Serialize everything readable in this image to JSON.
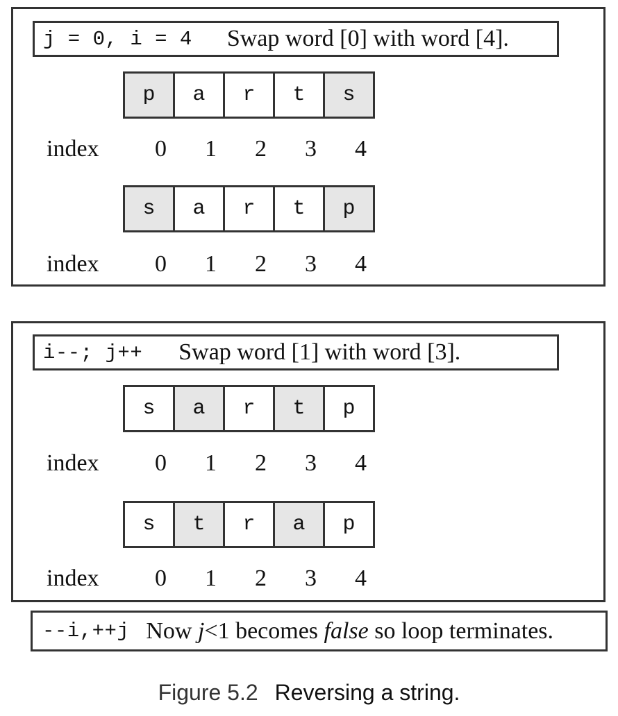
{
  "panels": [
    {
      "step_code": "j = 0, i = 4",
      "step_text": "Swap word [0] with word [4].",
      "rows": [
        {
          "cells": [
            {
              "char": "p",
              "highlighted": true
            },
            {
              "char": "a",
              "highlighted": false
            },
            {
              "char": "r",
              "highlighted": false
            },
            {
              "char": "t",
              "highlighted": false
            },
            {
              "char": "s",
              "highlighted": true
            }
          ],
          "index_label": "index",
          "indices": [
            "0",
            "1",
            "2",
            "3",
            "4"
          ]
        },
        {
          "cells": [
            {
              "char": "s",
              "highlighted": true
            },
            {
              "char": "a",
              "highlighted": false
            },
            {
              "char": "r",
              "highlighted": false
            },
            {
              "char": "t",
              "highlighted": false
            },
            {
              "char": "p",
              "highlighted": true
            }
          ],
          "index_label": "index",
          "indices": [
            "0",
            "1",
            "2",
            "3",
            "4"
          ]
        }
      ]
    },
    {
      "step_code": "i--; j++",
      "step_text": "Swap word [1] with word [3].",
      "rows": [
        {
          "cells": [
            {
              "char": "s",
              "highlighted": false
            },
            {
              "char": "a",
              "highlighted": true
            },
            {
              "char": "r",
              "highlighted": false
            },
            {
              "char": "t",
              "highlighted": true
            },
            {
              "char": "p",
              "highlighted": false
            }
          ],
          "index_label": "index",
          "indices": [
            "0",
            "1",
            "2",
            "3",
            "4"
          ]
        },
        {
          "cells": [
            {
              "char": "s",
              "highlighted": false
            },
            {
              "char": "t",
              "highlighted": true
            },
            {
              "char": "r",
              "highlighted": false
            },
            {
              "char": "a",
              "highlighted": true
            },
            {
              "char": "p",
              "highlighted": false
            }
          ],
          "index_label": "index",
          "indices": [
            "0",
            "1",
            "2",
            "3",
            "4"
          ]
        }
      ]
    }
  ],
  "final_step": {
    "code": "--i,++j",
    "text_before": "Now ",
    "var_j": "j",
    "text_cond": "<1 becomes ",
    "false_word": "false",
    "text_after": " so loop terminates."
  },
  "caption": {
    "figure_number": "Figure 5.2",
    "title": "Reversing a string."
  },
  "colors": {
    "highlight": "#e6e6e6",
    "border": "#333333"
  }
}
